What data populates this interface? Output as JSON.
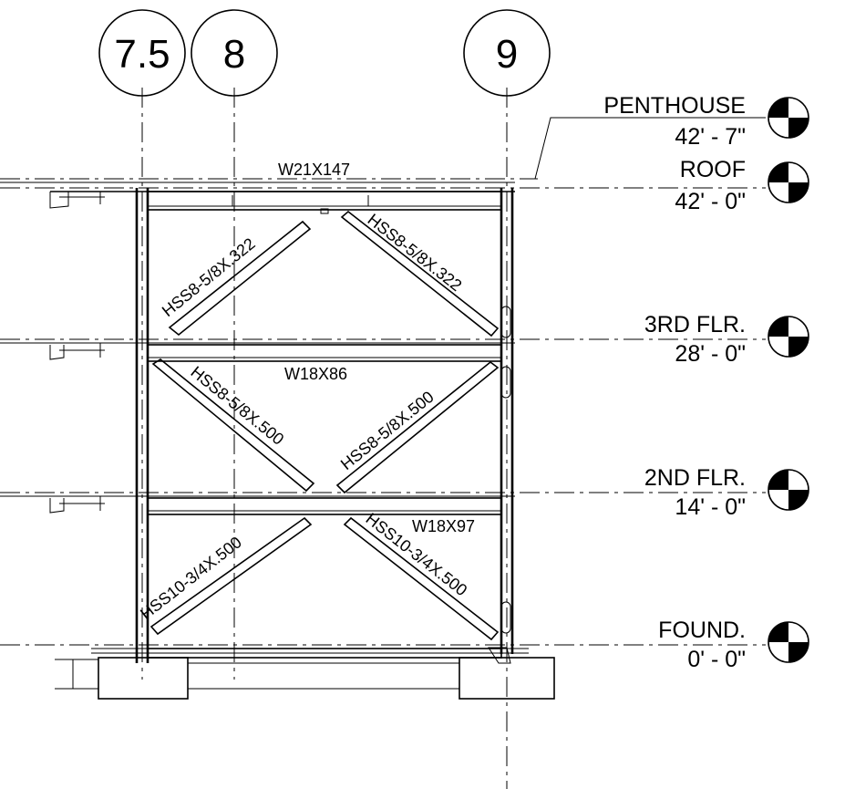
{
  "grids": [
    {
      "label": "7.5"
    },
    {
      "label": "8"
    },
    {
      "label": "9"
    }
  ],
  "levels": [
    {
      "name": "PENTHOUSE",
      "elevation": "42' - 7\""
    },
    {
      "name": "ROOF",
      "elevation": "42' - 0\""
    },
    {
      "name": "3RD FLR.",
      "elevation": "28' - 0\""
    },
    {
      "name": "2ND FLR.",
      "elevation": "14' - 0\""
    },
    {
      "name": "FOUND.",
      "elevation": "0' - 0\""
    }
  ],
  "beams": {
    "roof": "W21X147",
    "third": "W18X86",
    "second": "W18X97"
  },
  "braces": {
    "top_left": "HSS8-5/8X.322",
    "top_right": "HSS8-5/8X.322",
    "mid_left": "HSS8-5/8X.500",
    "mid_right": "HSS8-5/8X.500",
    "bot_left": "HSS10-3/4X.500",
    "bot_right": "HSS10-3/4X.500"
  }
}
